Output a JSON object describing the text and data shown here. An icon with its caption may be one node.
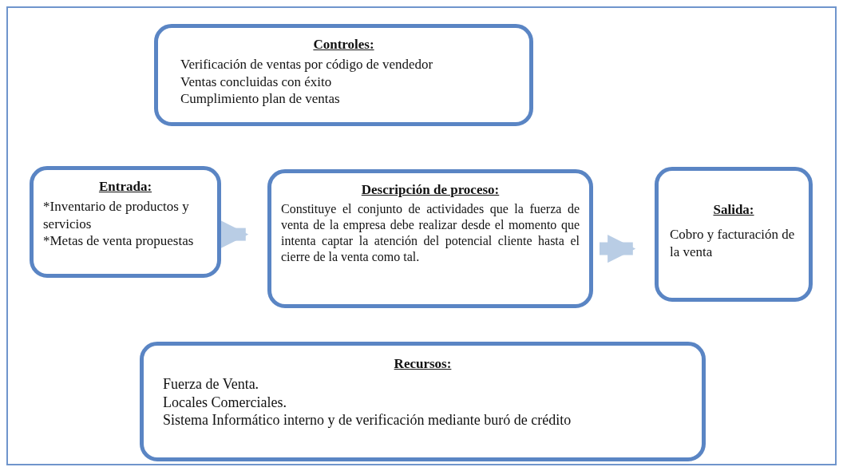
{
  "diagram": {
    "nodes": [
      {
        "text": [
          "Controles:",
          "Verificación de ventas por código de vendedor",
          "Ventas concluidas con éxito",
          "Cumplimiento plan de ventas"
        ]
      },
      {
        "text": [
          "Entrada:",
          "*Inventario de productos y servicios",
          "*Metas de venta propuestas"
        ]
      },
      {
        "text": [
          "Descripción de proceso:",
          "Constituye el conjunto de actividades que la fuerza de venta de la empresa debe realizar desde el momento que intenta captar la atención del potencial cliente hasta el cierre de la venta como tal."
        ]
      },
      {
        "text": [
          "Salida:",
          "Cobro y facturación de la venta"
        ]
      },
      {
        "text": [
          "Recursos:",
          "Fuerza de Venta.",
          "Locales Comerciales.",
          "Sistema Informático interno y de verificación mediante buró de crédito"
        ]
      }
    ],
    "edges": [
      {
        "from": 1,
        "to": 2,
        "arrow": "to"
      },
      {
        "from": 2,
        "to": 3,
        "arrow": "to"
      }
    ]
  }
}
